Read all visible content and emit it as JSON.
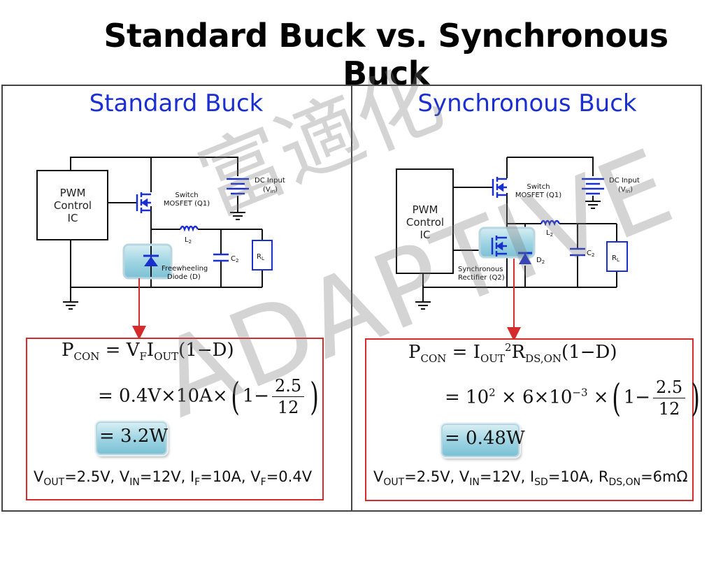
{
  "title": "Standard Buck vs. Synchronous Buck",
  "colors": {
    "panel_title": "#1a2fd0",
    "wire": "#111111",
    "component": "#1a2fd0",
    "callout_border": "#d42c2c",
    "arrow": "#d42c2c"
  },
  "standard": {
    "heading": "Standard Buck",
    "ic_label": [
      "PWM",
      "Control",
      "IC"
    ],
    "switch_label": [
      "Switch",
      "MOSFET (Q1)"
    ],
    "dc_label": [
      "DC Input",
      "(V",
      "in",
      ")"
    ],
    "inductor_label": "L",
    "inductor_sub": "2",
    "cap_label": "C",
    "cap_sub": "2",
    "load_label": "R",
    "load_sub": "L",
    "diode_label": [
      "Freewheeling",
      "Diode (D)"
    ],
    "eq1": {
      "lhs": "P",
      "lhs_sub": "CON",
      "a": "= V",
      "a_sub": "F",
      "b": "I",
      "b_sub": "OUT",
      "c": "(1−D)"
    },
    "eq2": {
      "pre": "= 0.4V×10A×",
      "one_minus": "1−",
      "num": "2.5",
      "den": "12"
    },
    "result": "= 3.2W",
    "params": [
      {
        "v": "V",
        "s": "OUT",
        "t": "=2.5V, "
      },
      {
        "v": "V",
        "s": "IN",
        "t": "=12V, "
      },
      {
        "v": "I",
        "s": "F",
        "t": "=10A, "
      },
      {
        "v": "V",
        "s": "F",
        "t": "=0.4V"
      }
    ]
  },
  "synchronous": {
    "heading": "Synchronous Buck",
    "ic_label": [
      "PWM",
      "Control",
      "IC"
    ],
    "switch_label": [
      "Switch",
      "MOSFET (Q1)"
    ],
    "dc_label": [
      "DC Input",
      "(V",
      "in",
      ")"
    ],
    "inductor_label": "L",
    "inductor_sub": "2",
    "cap_label": "C",
    "cap_sub": "2",
    "load_label": "R",
    "load_sub": "L",
    "diode_label": "D",
    "diode_sub": "2",
    "rect_label": [
      "Synchronous",
      "Rectifier (Q2)"
    ],
    "eq1": {
      "lhs": "P",
      "lhs_sub": "CON",
      "a": "= I",
      "a_sub": "OUT",
      "a_sup": "2",
      "b": "R",
      "b_sub": "DS,ON",
      "c": "(1−D)"
    },
    "eq2": {
      "pre": "= 10",
      "pre_sup": "2",
      "mid": " × 6×10",
      "mid_sup": "−3",
      "tail": " ×",
      "one_minus": "1−",
      "num": "2.5",
      "den": "12"
    },
    "result": "= 0.48W",
    "params": [
      {
        "v": "V",
        "s": "OUT",
        "t": "=2.5V, "
      },
      {
        "v": "V",
        "s": "IN",
        "t": "=12V, "
      },
      {
        "v": "I",
        "s": "SD",
        "t": "=10A, "
      },
      {
        "v": "R",
        "s": "DS,ON",
        "t": "=6mΩ"
      }
    ]
  },
  "watermark": {
    "line1": "富適化",
    "line2": "ADAPTIVE"
  }
}
